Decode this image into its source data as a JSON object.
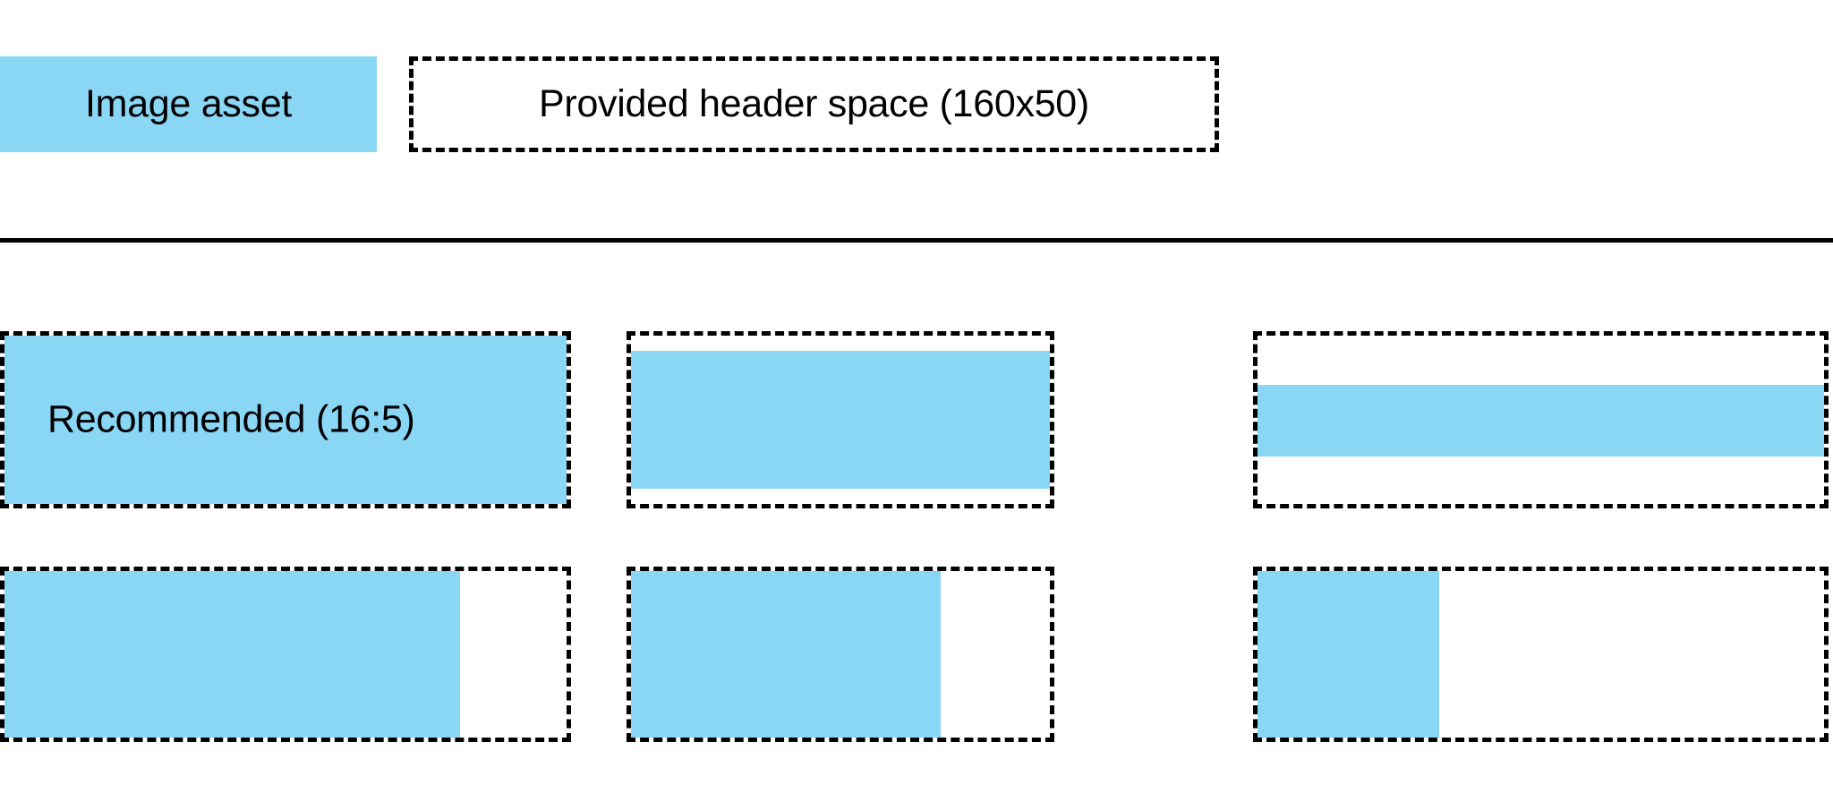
{
  "colors": {
    "accent": "#8AD6F5",
    "outline": "#000000",
    "background": "#FFFFFF",
    "text": "#000000"
  },
  "header": {
    "asset_swatch_label": "Image asset",
    "header_slot_label": "Provided header space (160x50)"
  },
  "divider": {
    "present": true
  },
  "grid": {
    "rows": [
      {
        "row_index": 1,
        "slots": [
          {
            "id": "r1c1",
            "label": "Recommended (16:5)",
            "has_label": true,
            "fill": {
              "left": "0%",
              "top": "0%",
              "width": "100%",
              "height": "100%"
            }
          },
          {
            "id": "r1c2",
            "label": "",
            "has_label": false,
            "fill": {
              "left": "0%",
              "top": "9%",
              "width": "100%",
              "height": "82%"
            }
          },
          {
            "id": "r1c3",
            "label": "",
            "has_label": false,
            "fill": {
              "left": "0%",
              "top": "29%",
              "width": "100%",
              "height": "43%"
            }
          }
        ]
      },
      {
        "row_index": 2,
        "slots": [
          {
            "id": "r2c1",
            "label": "",
            "has_label": false,
            "fill": {
              "left": "0%",
              "top": "0%",
              "width": "81%",
              "height": "100%"
            }
          },
          {
            "id": "r2c2",
            "label": "",
            "has_label": false,
            "fill": {
              "left": "0%",
              "top": "0%",
              "width": "74%",
              "height": "100%"
            }
          },
          {
            "id": "r2c3",
            "label": "",
            "has_label": false,
            "fill": {
              "left": "0%",
              "top": "0%",
              "width": "32%",
              "height": "100%"
            }
          }
        ]
      }
    ]
  }
}
